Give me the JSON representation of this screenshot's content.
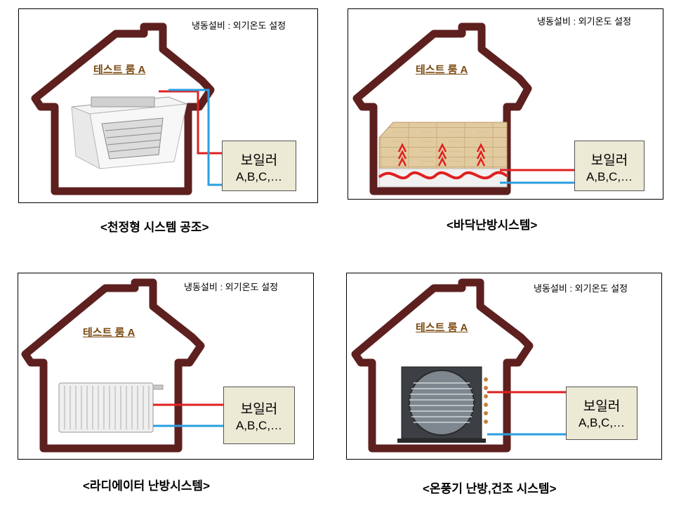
{
  "panels": [
    {
      "note": "냉동설비 : 외기온도 설정",
      "room": "테스트 룸 A",
      "boiler_title": "보일러",
      "boiler_sub": "A,B,C,…",
      "caption": "<천정형 시스템 공조>",
      "device": "ceiling-cassette"
    },
    {
      "note": "냉동설비 : 외기온도 설정",
      "room": "테스트 룸 A",
      "boiler_title": "보일러",
      "boiler_sub": "A,B,C,…",
      "caption": "<바닥난방시스템>",
      "device": "floor-heating"
    },
    {
      "note": "냉동설비 : 외기온도 설정",
      "room": "테스트 룸 A",
      "boiler_title": "보일러",
      "boiler_sub": "A,B,C,…",
      "caption": "<라디에이터 난방시스템>",
      "device": "radiator"
    },
    {
      "note": "냉동설비 : 외기온도 설정",
      "room": "테스트 룸 A",
      "boiler_title": "보일러",
      "boiler_sub": "A,B,C,…",
      "caption": "<온풍기 난방,건조 시스템>",
      "device": "fan-heater"
    }
  ],
  "colors": {
    "house_outline": "#5e1f1f",
    "supply_pipe": "#e02020",
    "return_pipe": "#2a9ee0",
    "room_label": "#7a4a10",
    "boiler_fill": "#ecead5"
  }
}
